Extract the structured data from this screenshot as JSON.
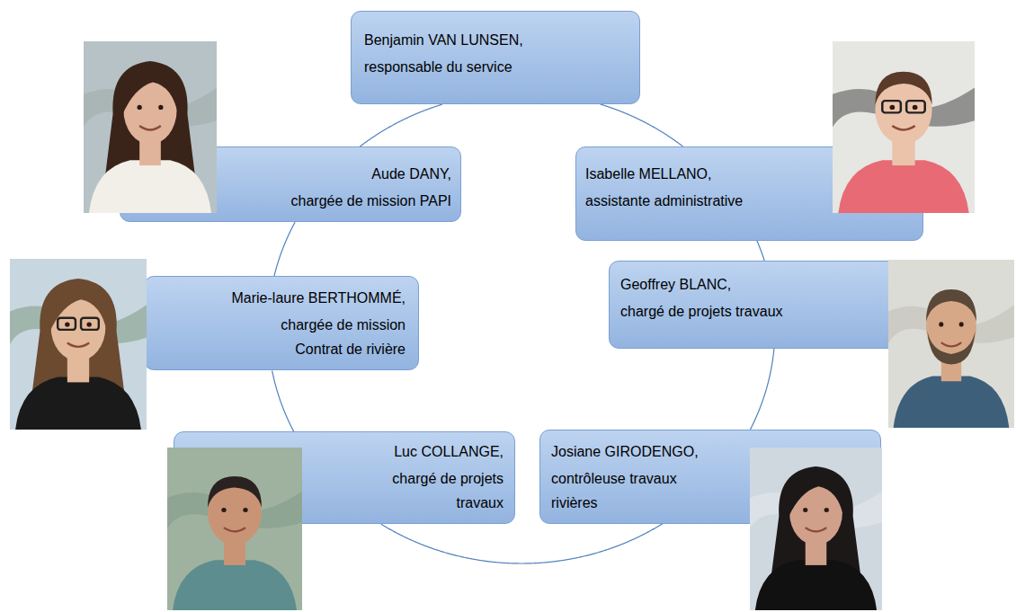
{
  "diagram": {
    "nodes": [
      {
        "text": [
          "Benjamin VAN LUNSEN,",
          "responsable du service"
        ]
      },
      {
        "text": [
          "Aude DANY,",
          "chargée de mission PAPI"
        ]
      },
      {
        "text": [
          "Isabelle MELLANO,",
          "assistante administrative"
        ]
      },
      {
        "text": [
          "Marie-laure BERTHOMMÉ,",
          "chargée de mission Contrat de rivière"
        ]
      },
      {
        "text": [
          "Geoffrey BLANC,",
          "chargé de projets travaux"
        ]
      },
      {
        "text": [
          "Luc COLLANGE,",
          "chargé de projets travaux"
        ]
      },
      {
        "text": [
          "Josiane GIRODENGO,",
          "contrôleuse travaux rivières"
        ]
      }
    ],
    "edges": [
      {
        "from": 0,
        "to": 1,
        "arrow": "none"
      },
      {
        "from": 1,
        "to": 3,
        "arrow": "none"
      },
      {
        "from": 3,
        "to": 5,
        "arrow": "none"
      },
      {
        "from": 5,
        "to": 6,
        "arrow": "none"
      },
      {
        "from": 6,
        "to": 4,
        "arrow": "none"
      },
      {
        "from": 4,
        "to": 2,
        "arrow": "none"
      },
      {
        "from": 2,
        "to": 0,
        "arrow": "none"
      }
    ]
  }
}
